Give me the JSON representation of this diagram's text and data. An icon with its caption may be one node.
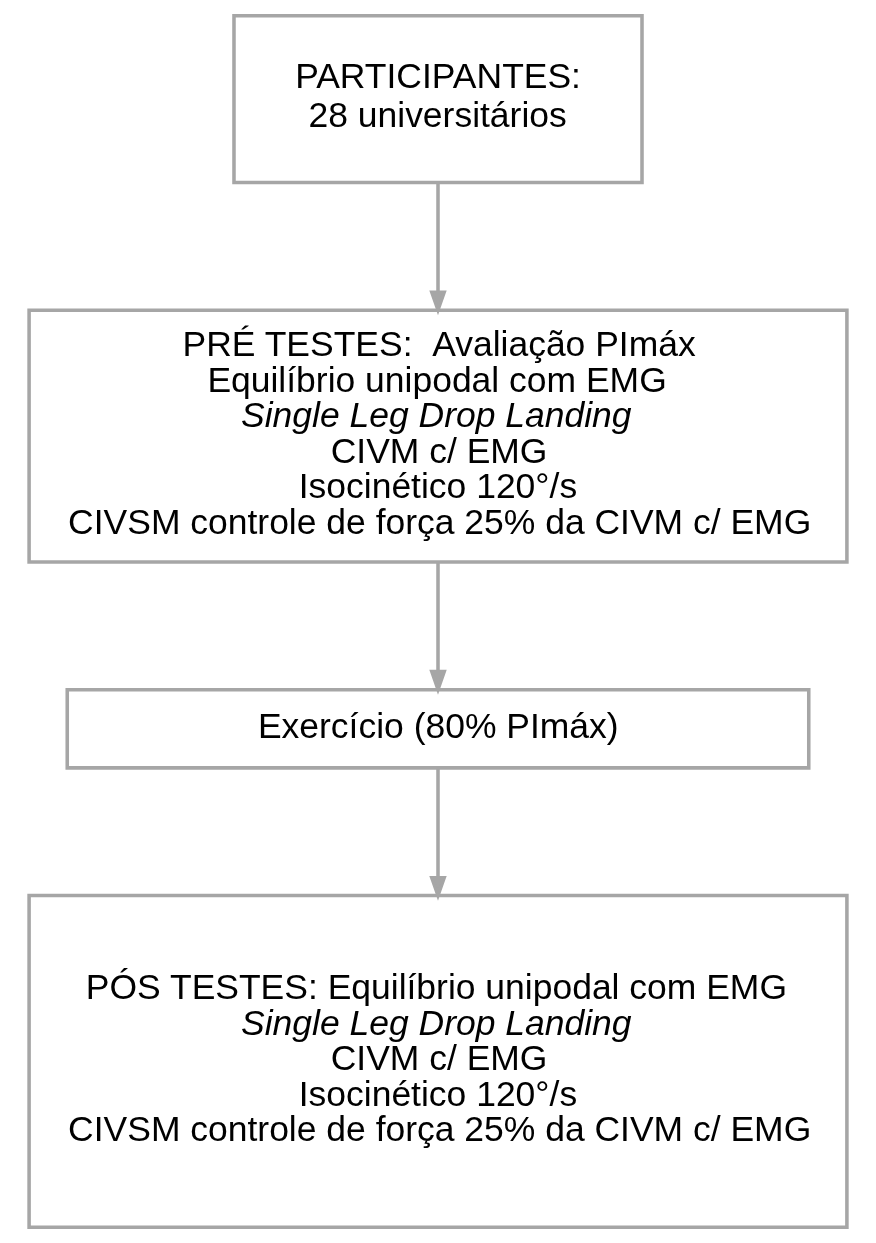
{
  "diagram": {
    "nodes": [
      {
        "text": [
          "PARTICIPANTES:",
          "28 universitários"
        ]
      },
      {
        "text": [
          "PRÉ TESTES:  Avaliação PImáx",
          "Equilíbrio unipodal com EMG",
          "*Single Leg Drop Landing*",
          "CIVM c/ EMG",
          "Isocinético 120°/s",
          "CIVSM controle de força 25% da CIVM c/ EMG"
        ]
      },
      {
        "text": [
          "Exercício (80% PImáx)"
        ]
      },
      {
        "text": [
          "PÓS TESTES: Equilíbrio unipodal com EMG",
          "*Single Leg Drop Landing*",
          "CIVM c/ EMG",
          "Isocinético 120°/s",
          "CIVSM controle de força 25% da CIVM c/ EMG"
        ]
      }
    ],
    "edges": [
      {
        "from": 0,
        "to": 1,
        "arrow": "to"
      },
      {
        "from": 1,
        "to": 2,
        "arrow": "to"
      },
      {
        "from": 2,
        "to": 3,
        "arrow": "to"
      }
    ]
  }
}
